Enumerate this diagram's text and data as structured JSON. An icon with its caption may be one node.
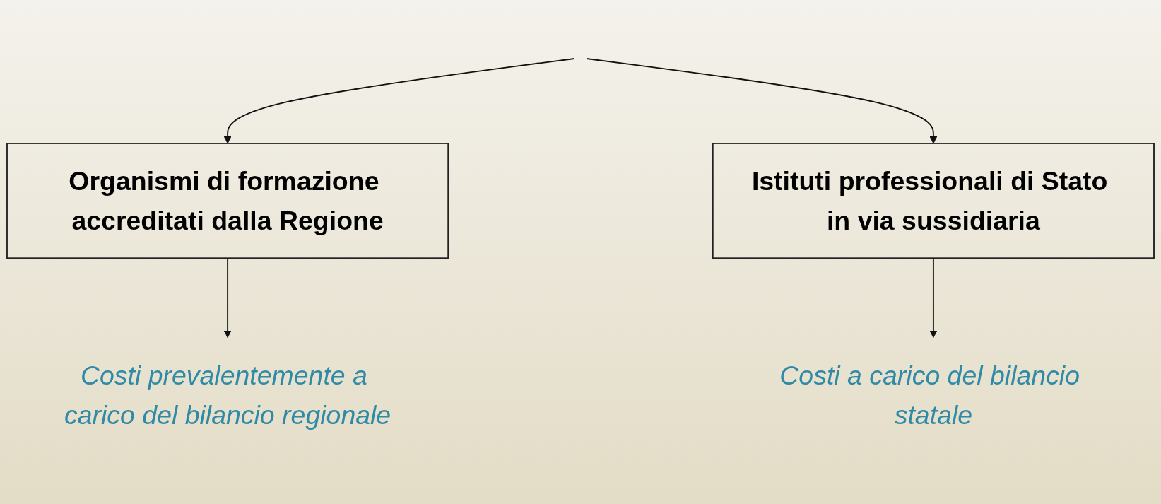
{
  "diagram": {
    "nodes": [
      {
        "text": [
          "Organismi di formazione accreditati dalla Regione"
        ]
      },
      {
        "text": [
          "Istituti professionali di Stato in via sussidiaria"
        ]
      },
      {
        "text": [
          "Costi prevalentemente a carico del bilancio regionale"
        ]
      },
      {
        "text": [
          "Costi a carico del bilancio statale"
        ]
      }
    ],
    "edges": [
      {
        "from": null,
        "to": 0,
        "arrow": "to"
      },
      {
        "from": null,
        "to": 1,
        "arrow": "to"
      },
      {
        "from": 0,
        "to": 2,
        "arrow": "to"
      },
      {
        "from": 1,
        "to": 3,
        "arrow": "to"
      }
    ]
  }
}
